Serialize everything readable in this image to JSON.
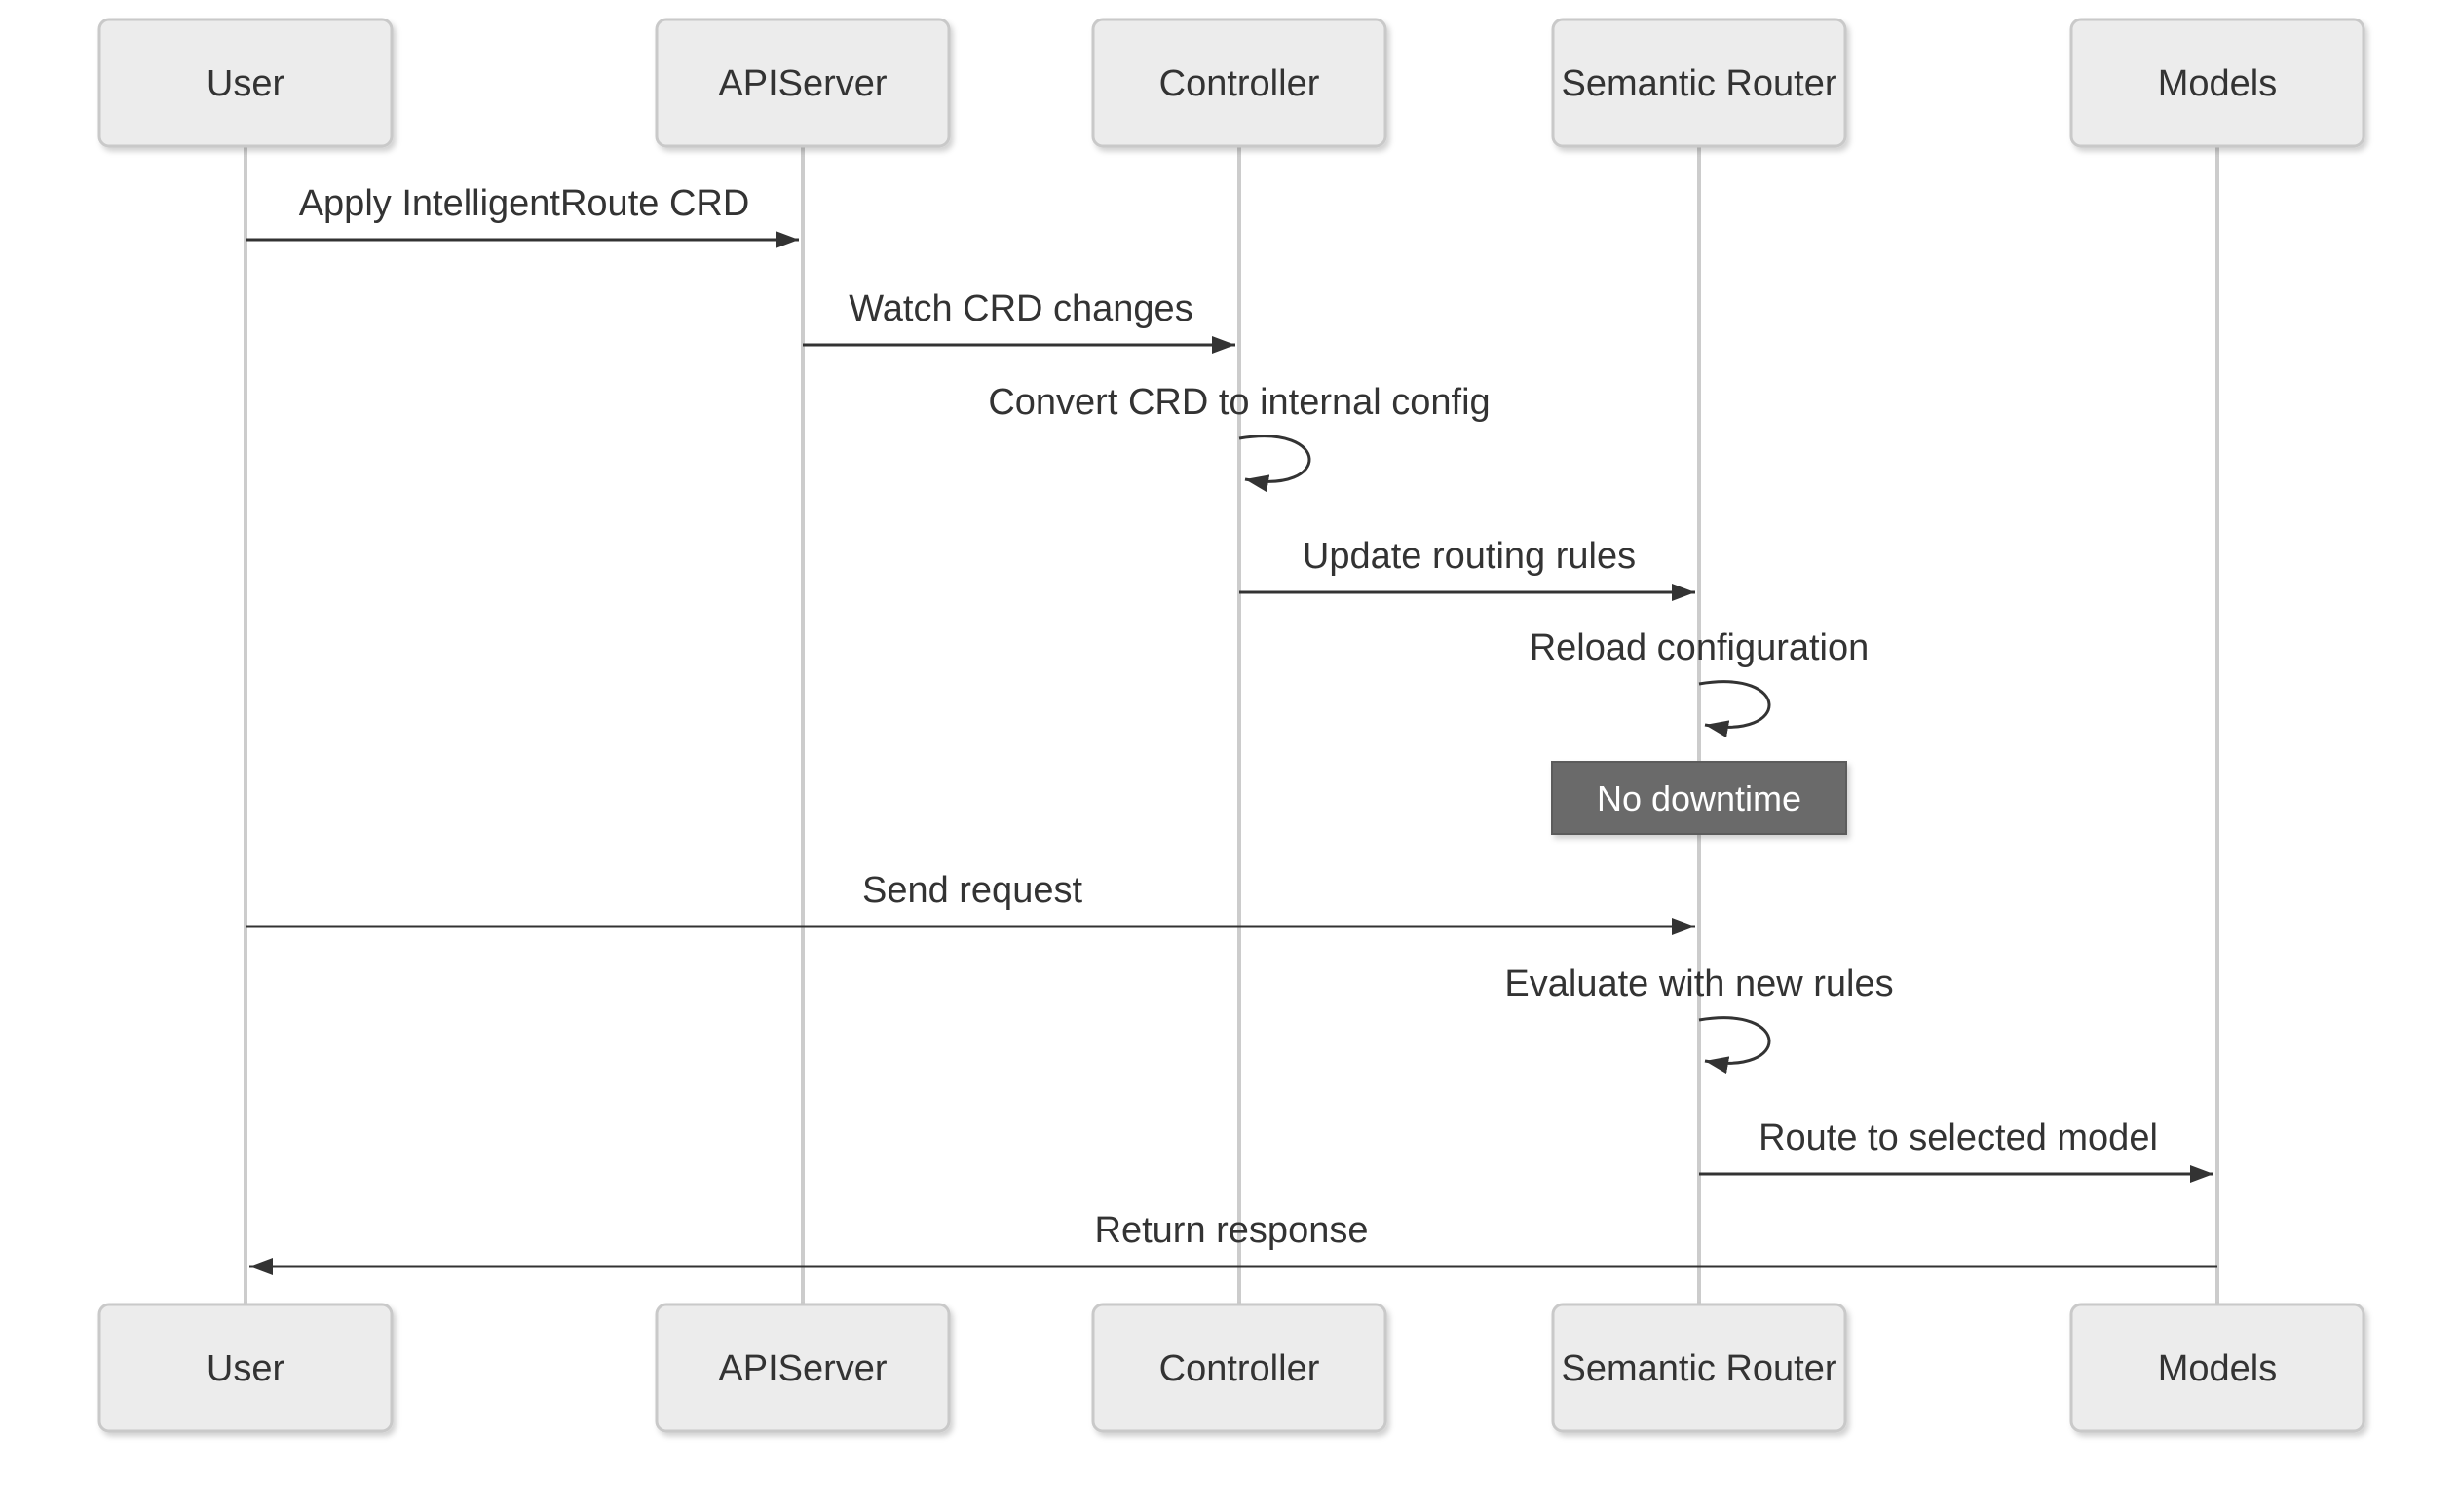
{
  "diagram": {
    "kind": "sequence-diagram",
    "background": "#ffffff",
    "participants": [
      {
        "label": "User"
      },
      {
        "label": "APIServer"
      },
      {
        "label": "Controller"
      },
      {
        "label": "Semantic Router"
      },
      {
        "label": "Models"
      }
    ],
    "messages": [
      {
        "from": "User",
        "to": "APIServer",
        "type": "solid-arrow",
        "label": "Apply IntelligentRoute CRD"
      },
      {
        "from": "APIServer",
        "to": "Controller",
        "type": "solid-arrow",
        "label": "Watch CRD changes"
      },
      {
        "from": "Controller",
        "to": "Controller",
        "type": "self-loop",
        "label": "Convert CRD to internal config"
      },
      {
        "from": "Controller",
        "to": "Semantic Router",
        "type": "solid-arrow",
        "label": "Update routing rules"
      },
      {
        "from": "Semantic Router",
        "to": "Semantic Router",
        "type": "self-loop",
        "label": "Reload configuration"
      },
      {
        "from": "User",
        "to": "Semantic Router",
        "type": "solid-arrow",
        "label": "Send request"
      },
      {
        "from": "Semantic Router",
        "to": "Semantic Router",
        "type": "self-loop",
        "label": "Evaluate with new rules"
      },
      {
        "from": "Semantic Router",
        "to": "Models",
        "type": "solid-arrow",
        "label": "Route to selected model"
      },
      {
        "from": "Models",
        "to": "User",
        "type": "solid-arrow",
        "label": "Return response"
      }
    ],
    "note": {
      "over": "Semantic Router",
      "label": "No downtime"
    },
    "colors": {
      "actor_fill": "#ececec",
      "actor_border": "#c9c9c9",
      "actor_text": "#333333",
      "lifeline": "#cccccc",
      "message_line": "#333333",
      "message_text": "#333333",
      "note_fill": "#6b6b6b",
      "note_border": "#5b5b5b",
      "note_text": "#ffffff"
    }
  }
}
